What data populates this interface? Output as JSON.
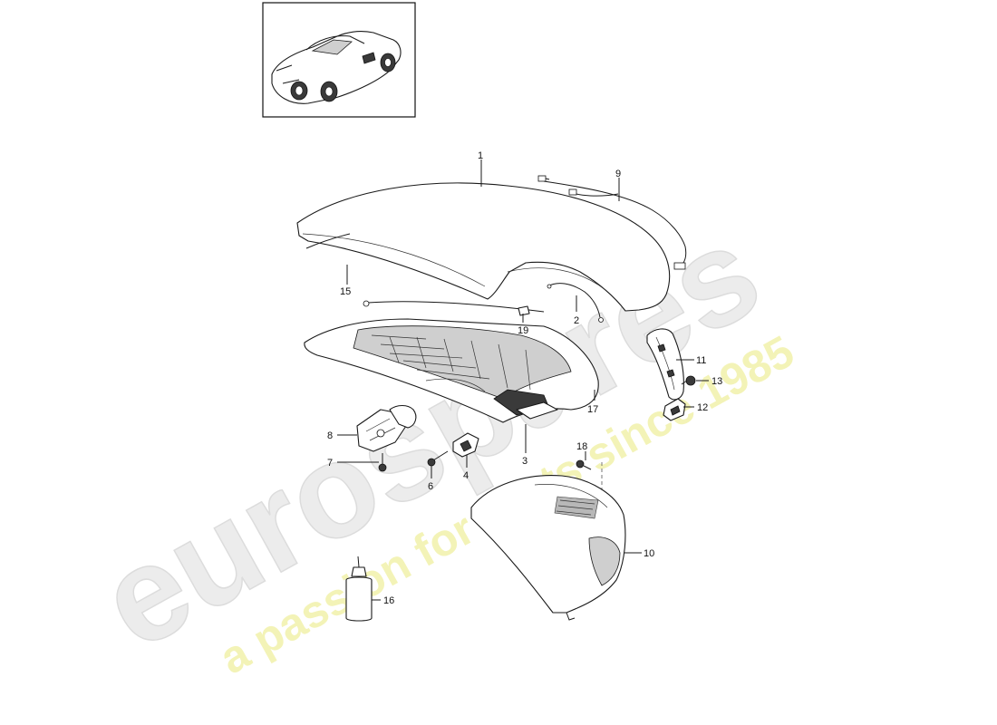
{
  "watermark": {
    "brand": "eurospares",
    "tagline": "a passion for parts since 1985"
  },
  "callouts": {
    "c1": "1",
    "c2": "2",
    "c3": "3",
    "c4": "4",
    "c6": "6",
    "c7": "7",
    "c8": "8",
    "c9": "9",
    "c10": "10",
    "c11": "11",
    "c12": "12",
    "c13": "13",
    "c15": "15",
    "c16": "16",
    "c17": "17",
    "c18": "18",
    "c19": "19"
  }
}
